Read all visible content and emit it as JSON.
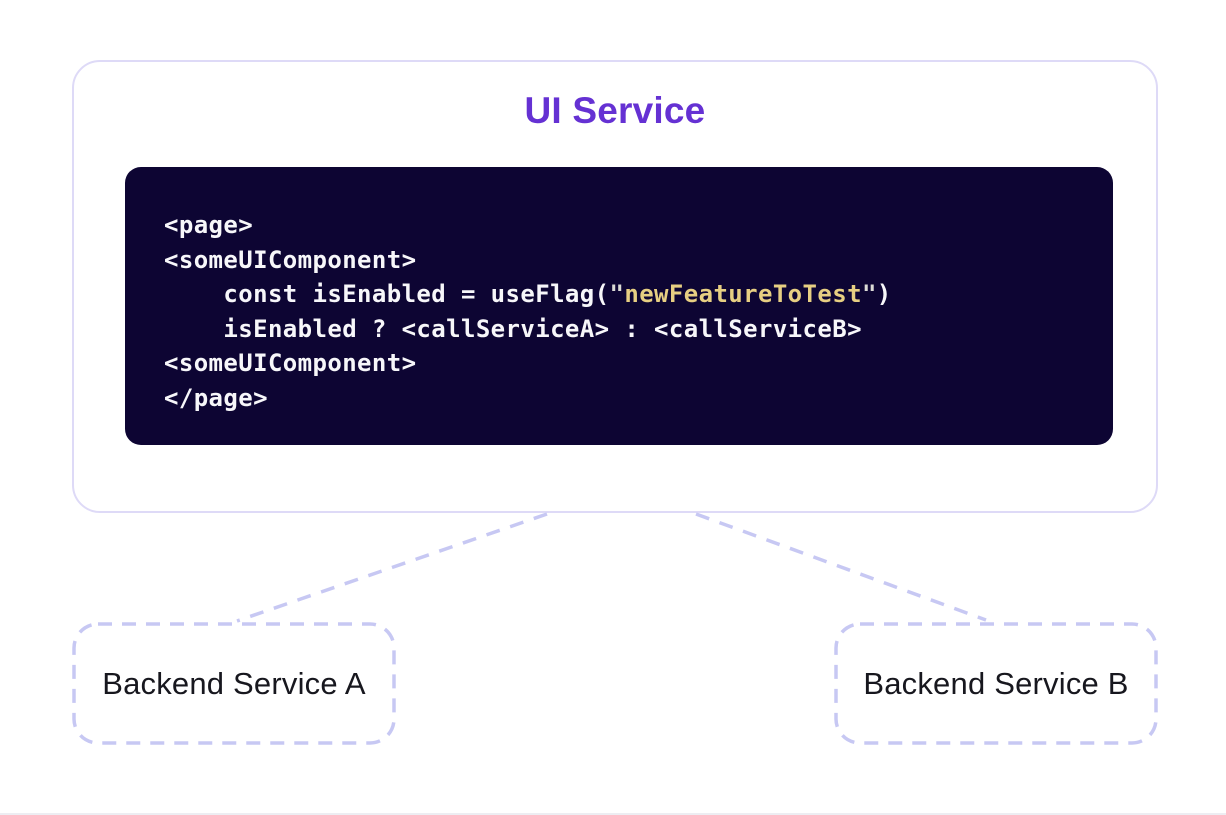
{
  "diagram": {
    "ui_service": {
      "title": "UI Service",
      "code": {
        "lines": [
          {
            "segments": [
              {
                "t": "<page>"
              }
            ]
          },
          {
            "segments": [
              {
                "t": "<someUIComponent>"
              }
            ]
          },
          {
            "segments": [
              {
                "t": "    const isEnabled = useFlag("
              },
              {
                "t": "\""
              },
              {
                "t": "newFeatureToTest"
              },
              {
                "t": "\""
              },
              {
                "t": ")"
              }
            ]
          },
          {
            "segments": [
              {
                "t": "    isEnabled ? <callServiceA> : <callServiceB>"
              }
            ]
          },
          {
            "segments": [
              {
                "t": "<someUIComponent>"
              }
            ]
          },
          {
            "segments": [
              {
                "t": "</page>"
              }
            ]
          }
        ]
      }
    },
    "backend_a": {
      "label": "Backend Service A"
    },
    "backend_b": {
      "label": "Backend Service B"
    },
    "colors": {
      "title_purple": "#6531d3",
      "code_background": "#0d0533",
      "code_text": "#f7f7fa",
      "code_string_yellow": "#e7cf82",
      "code_quote": "#dbdbd6",
      "card_border": "#dedaf7",
      "dashed_lavender": "#c7c8f3",
      "backend_text": "#17171e"
    }
  }
}
